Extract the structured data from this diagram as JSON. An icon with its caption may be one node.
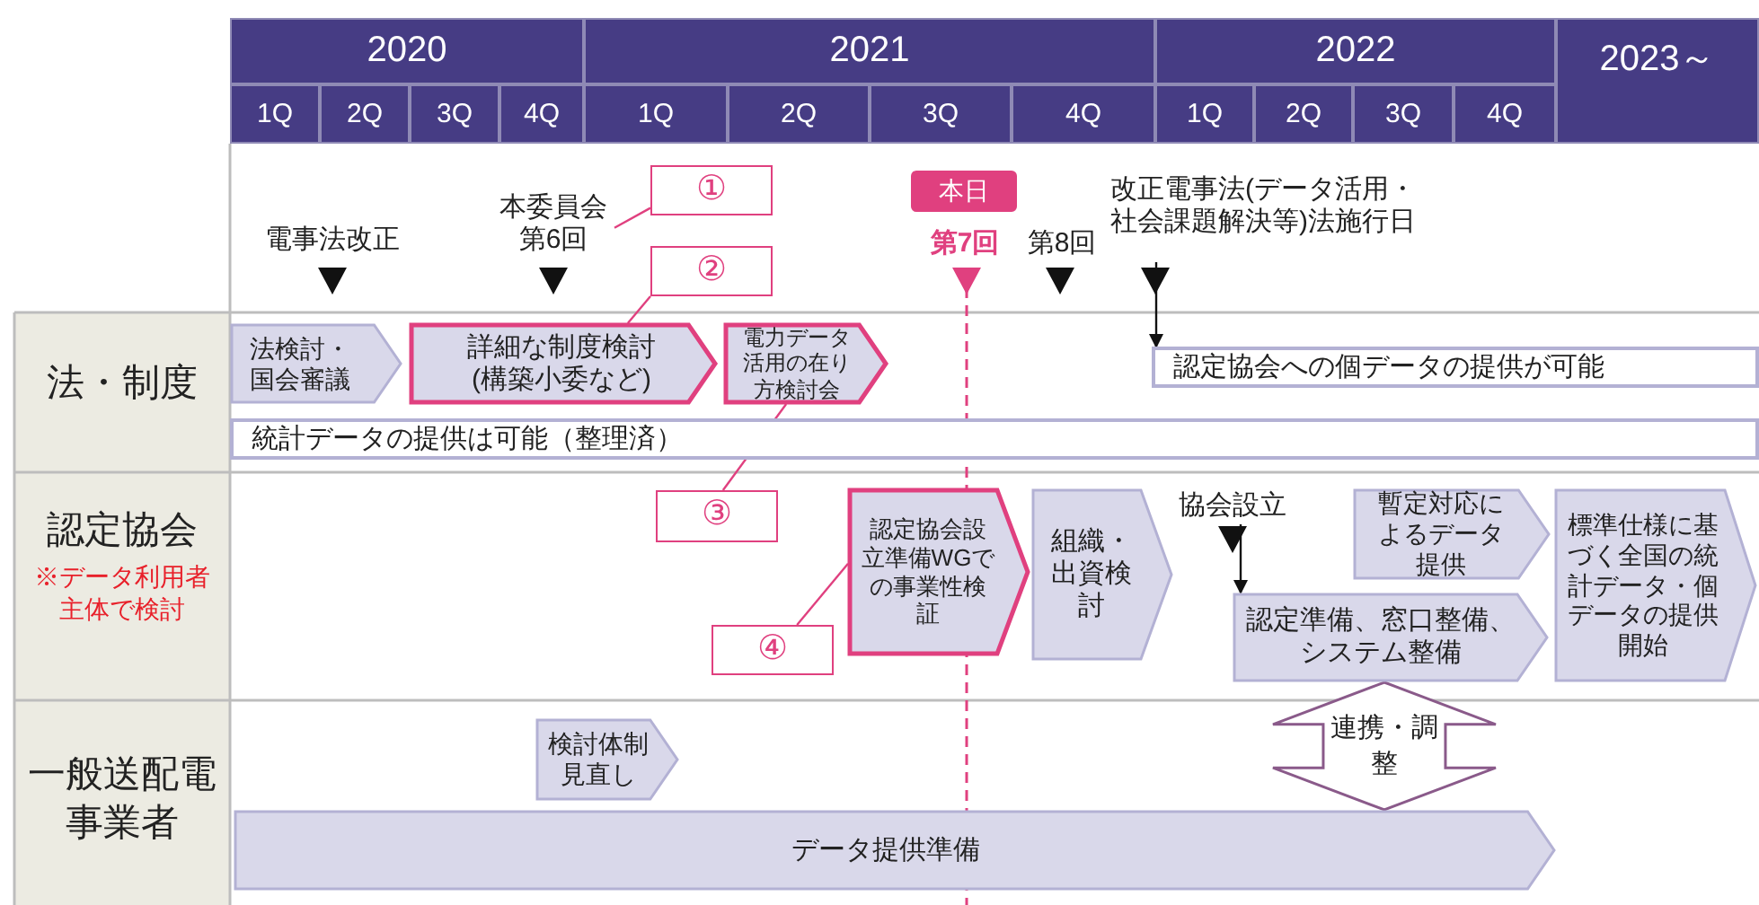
{
  "diagram": {
    "nodes": [
      {
        "text": [
          "本委員会第6回"
        ]
      },
      {
        "text": [
          "①"
        ]
      },
      {
        "text": [
          "②"
        ]
      },
      {
        "text": [
          "本日"
        ]
      },
      {
        "text": [
          "改正電事法(データ活用・社会課題解決等)法施行日"
        ]
      },
      {
        "text": [
          "法検討・国会審議"
        ]
      },
      {
        "text": [
          "詳細な制度検討(構築小委など)"
        ]
      },
      {
        "text": [
          "電力データ活用の在り方検討会"
        ]
      },
      {
        "text": [
          "認定協会への個データの提供が可能"
        ]
      },
      {
        "text": [
          "統計データの提供は可能（整理済）"
        ]
      },
      {
        "text": [
          "③"
        ]
      },
      {
        "text": [
          "協会設立"
        ]
      },
      {
        "text": [
          "認定協会設立準備WGでの事業性検証"
        ]
      },
      {
        "text": [
          "組織・出資検討"
        ]
      },
      {
        "text": [
          "暫定対応によるデータ提供"
        ]
      },
      {
        "text": [
          "標準仕様に基づく全国の統計データ・個データの提供開始"
        ]
      },
      {
        "text": [
          "④"
        ]
      },
      {
        "text": [
          "認定準備、窓口整備、システム整備"
        ]
      },
      {
        "text": [
          "検討体制見直し"
        ]
      },
      {
        "text": [
          "データ提供準備"
        ]
      }
    ],
    "edges": [
      {
        "from": 1,
        "to": 0,
        "arrow": "none"
      },
      {
        "from": 2,
        "to": 6,
        "arrow": "none"
      },
      {
        "from": 10,
        "to": 7,
        "arrow": "none"
      },
      {
        "from": 16,
        "to": 12,
        "arrow": "none"
      },
      {
        "from": 4,
        "to": 8,
        "arrow": "to",
        "color": "#111111"
      },
      {
        "from": 11,
        "to": 17,
        "arrow": "to",
        "color": "#111111"
      },
      {
        "from": 17,
        "to": 19,
        "arrow": "both",
        "label": "連携・調整",
        "color": "#8a5a8a"
      }
    ],
    "labels": [
      "2020",
      "2021",
      "2022",
      "2023～",
      "1Q",
      "2Q",
      "3Q",
      "4Q",
      "1Q",
      "2Q",
      "3Q",
      "4Q",
      "1Q",
      "2Q",
      "3Q",
      "4Q",
      "電事法改正",
      "第7回",
      "第8回",
      "法・制度",
      "認定協会",
      "※データ利用者主体で検討",
      "一般送配電事業者"
    ]
  }
}
